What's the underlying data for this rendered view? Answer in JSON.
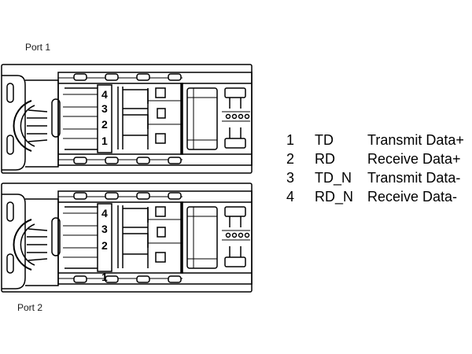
{
  "ports": [
    {
      "label": "Port 1",
      "pins": [
        "4",
        "3",
        "2",
        "1"
      ]
    },
    {
      "label": "Port 2",
      "pins": [
        "4",
        "3",
        "2",
        "1"
      ]
    }
  ],
  "legend": [
    {
      "number": "1",
      "signal": "TD",
      "description": "Transmit Data+"
    },
    {
      "number": "2",
      "signal": "RD",
      "description": "Receive Data+"
    },
    {
      "number": "3",
      "signal": "TD_N",
      "description": "Transmit Data-"
    },
    {
      "number": "4",
      "signal": "RD_N",
      "description": "Receive Data-"
    }
  ]
}
